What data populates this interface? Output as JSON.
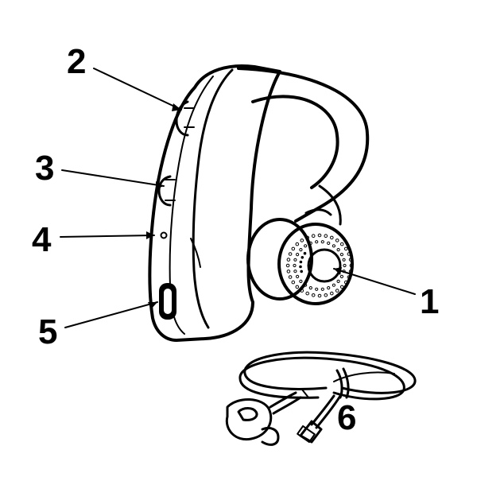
{
  "callouts": [
    {
      "id": "2",
      "label": "2",
      "part": "volume-button"
    },
    {
      "id": "3",
      "label": "3",
      "part": "call-button"
    },
    {
      "id": "4",
      "label": "4",
      "part": "indicator-light"
    },
    {
      "id": "5",
      "label": "5",
      "part": "charging-port"
    },
    {
      "id": "1",
      "label": "1",
      "part": "speaker-earbud"
    },
    {
      "id": "6",
      "label": "6",
      "part": "charging-cable"
    }
  ],
  "colors": {
    "ink": "#000000",
    "background": "#ffffff"
  }
}
